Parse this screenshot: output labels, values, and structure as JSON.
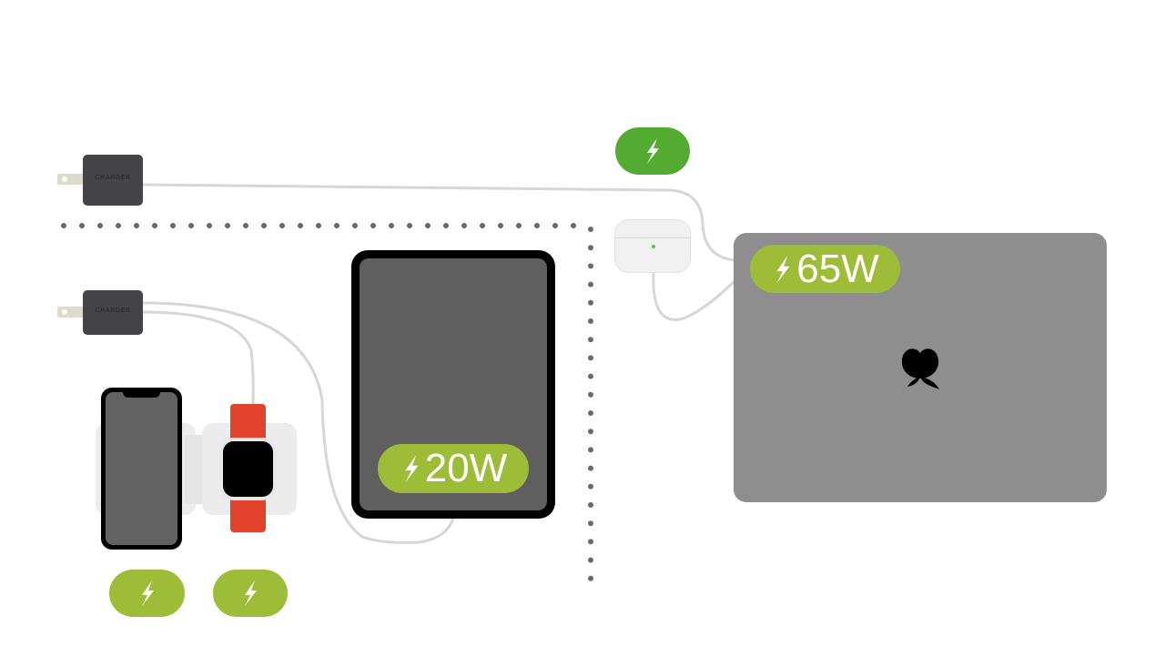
{
  "colors": {
    "background": "#ffffff",
    "badge_green": "#54ab32",
    "badge_olive": "#9dbc37",
    "cable": "#d6d6d6",
    "charger_body": "#444446",
    "laptop_body": "#8e8e8e",
    "tablet_screen": "#5f5f5f",
    "watch_strap": "#e2412b",
    "divider_dots": "#6a6a6a"
  },
  "chargers": {
    "top": {
      "label": "CHARGER"
    },
    "bottom": {
      "label": "CHARGER"
    }
  },
  "badges": {
    "earbuds": {
      "icon": "lightning-bolt-icon",
      "text": ""
    },
    "laptop": {
      "icon": "lightning-bolt-icon",
      "text": "65W"
    },
    "tablet": {
      "icon": "lightning-bolt-icon",
      "text": "20W"
    },
    "phone": {
      "icon": "lightning-bolt-icon",
      "text": ""
    },
    "watch": {
      "icon": "lightning-bolt-icon",
      "text": ""
    }
  },
  "devices": {
    "laptop": {
      "logo_icon": "apple-logo-icon"
    },
    "earbuds_case": {
      "led_color": "#57c443"
    }
  }
}
